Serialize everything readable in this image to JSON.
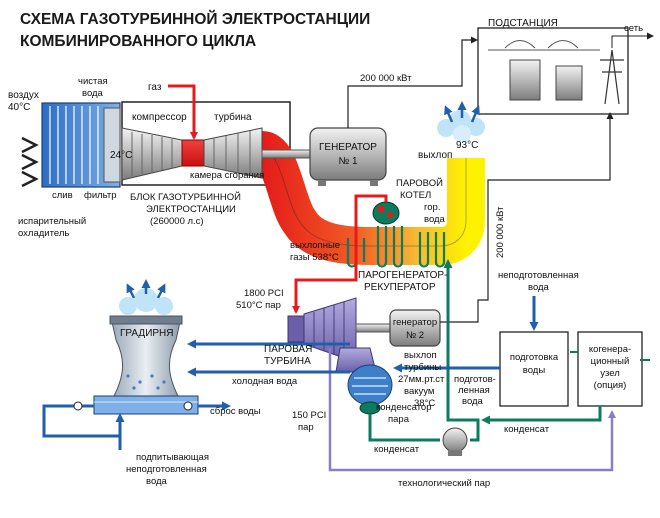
{
  "title": {
    "line1": "СХЕМА ГАЗОТУРБИННОЙ ЭЛЕКТРОСТАНЦИИ",
    "line2": "КОМБИНИРОВАННОГО ЦИКЛА"
  },
  "labels": {
    "air": "воздух",
    "air_temp": "40°C",
    "clean_water_1": "чистая",
    "clean_water_2": "вода",
    "drain": "слив",
    "filter": "фильтр",
    "evap_cooler_1": "испарительный",
    "evap_cooler_2": "охладитель",
    "temp_24": "24°C",
    "gas": "газ",
    "compressor": "компрессор",
    "turbine": "турбина",
    "combustion_chamber": "камера сгорания",
    "block_1": "БЛОК ГАЗОТУРБИННОЙ",
    "block_2": "ЭЛЕКТРОСТАНЦИИ",
    "block_3": "(260000 л.с)",
    "generator1_1": "ГЕНЕРАТОР",
    "generator1_2": "№ 1",
    "power_200k_top": "200 000 кВт",
    "substation": "ПОДСТАНЦИЯ",
    "grid": "сеть",
    "exhaust": "выхлоп",
    "temp_93": "93°C",
    "boiler_1": "ПАРОВОЙ",
    "boiler_2": "КОТЕЛ",
    "hot_water_1": "гор.",
    "hot_water_2": "вода",
    "exhaust_gases_1": "выхлопные",
    "exhaust_gases_2": "газы 538°C",
    "hrsg_1": "ПАРОГЕНЕРАТОР-",
    "hrsg_2": "РЕКУПЕРАТОР",
    "power_200k_side": "200 000 кВт",
    "untreated_water_1": "неподготовленная",
    "untreated_water_2": "вода",
    "steam_1800_1": "1800 PCI",
    "steam_1800_2": "510°C пар",
    "steam_turbine_1": "ПАРОВАЯ",
    "steam_turbine_2": "ТУРБИНА",
    "generator2_1": "генератор",
    "generator2_2": "№ 2",
    "turbine_exhaust_1": "выхлоп",
    "turbine_exhaust_2": "турбины",
    "turbine_exhaust_3": "27мм.рт.ст",
    "turbine_exhaust_4": "вакуум",
    "turbine_exhaust_5": "38°C",
    "water_prep_1": "подготовка",
    "water_prep_2": "воды",
    "cogen_1": "когенера-",
    "cogen_2": "ционный",
    "cogen_3": "узел",
    "cogen_4": "(опция)",
    "cooling_tower": "ГРАДИРНЯ",
    "cold_water": "холодная вода",
    "treated_water_1": "подготов-",
    "treated_water_2": "ленная",
    "treated_water_3": "вода",
    "steam_condenser_1": "конденсатор",
    "steam_condenser_2": "пара",
    "steam_150_1": "150 PCI",
    "steam_150_2": "пар",
    "water_discharge": "сброс воды",
    "condensate_pump": "конденсат",
    "condensate_right": "конденсат",
    "makeup_1": "подпитывающая",
    "makeup_2": "неподготовленная",
    "makeup_3": "вода",
    "process_steam": "технологический пар"
  },
  "colors": {
    "hot": "#e41b1b",
    "warm": "#f7941d",
    "cool": "#fff200",
    "water": "#1f5fae",
    "green": "#0c7b5e",
    "steam": "#8a7fc2",
    "line": "#222222"
  }
}
